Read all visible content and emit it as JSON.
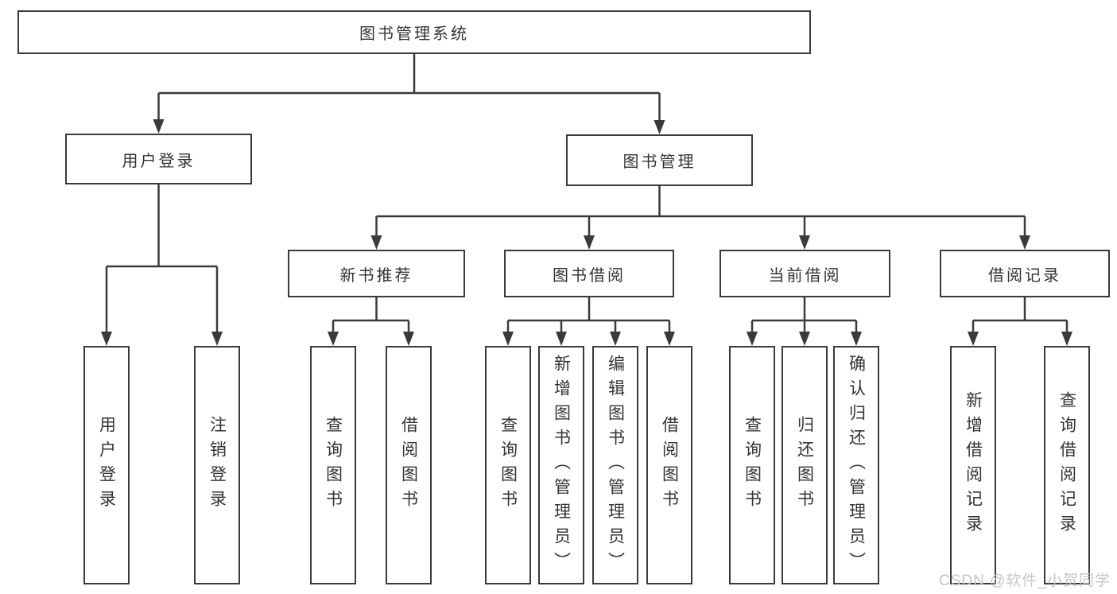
{
  "diagram": {
    "title": "图书管理系统",
    "level2": [
      {
        "label": "用户登录",
        "children": [
          {
            "label": "用户登录"
          },
          {
            "label": "注销登录"
          }
        ]
      },
      {
        "label": "图书管理",
        "children": [
          {
            "label": "新书推荐",
            "children": [
              {
                "label": "查询图书"
              },
              {
                "label": "借阅图书"
              }
            ]
          },
          {
            "label": "图书借阅",
            "children": [
              {
                "label": "查询图书"
              },
              {
                "label": "新增图书（管理员）"
              },
              {
                "label": "编辑图书（管理员）"
              },
              {
                "label": "借阅图书"
              }
            ]
          },
          {
            "label": "当前借阅",
            "children": [
              {
                "label": "查询图书"
              },
              {
                "label": "归还图书"
              },
              {
                "label": "确认归还（管理员）"
              }
            ]
          },
          {
            "label": "借阅记录",
            "children": [
              {
                "label": "新增借阅记录"
              },
              {
                "label": "查询借阅记录"
              }
            ]
          }
        ]
      }
    ]
  },
  "watermark": {
    "text": "CSDN @软件_小贺同学"
  },
  "colors": {
    "line": "#3a3a3a",
    "text": "#333333",
    "background": "#ffffff",
    "watermark": "#c6c6c6"
  }
}
